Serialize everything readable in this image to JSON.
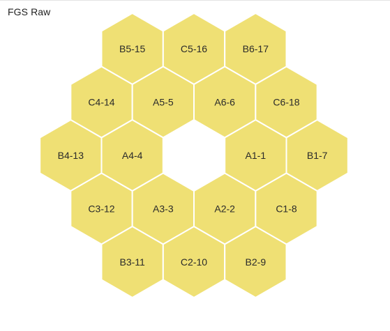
{
  "panel": {
    "title": "FGS Raw"
  },
  "colors": {
    "segment_fill": "#efe074",
    "segment_border": "#ffffff",
    "background": "#ffffff"
  },
  "segments": [
    {
      "id": "B5-15",
      "label": "B5-15"
    },
    {
      "id": "C5-16",
      "label": "C5-16"
    },
    {
      "id": "B6-17",
      "label": "B6-17"
    },
    {
      "id": "C4-14",
      "label": "C4-14"
    },
    {
      "id": "A5-5",
      "label": "A5-5"
    },
    {
      "id": "A6-6",
      "label": "A6-6"
    },
    {
      "id": "C6-18",
      "label": "C6-18"
    },
    {
      "id": "B4-13",
      "label": "B4-13"
    },
    {
      "id": "A4-4",
      "label": "A4-4"
    },
    {
      "id": "A1-1",
      "label": "A1-1"
    },
    {
      "id": "B1-7",
      "label": "B1-7"
    },
    {
      "id": "C3-12",
      "label": "C3-12"
    },
    {
      "id": "A3-3",
      "label": "A3-3"
    },
    {
      "id": "A2-2",
      "label": "A2-2"
    },
    {
      "id": "C1-8",
      "label": "C1-8"
    },
    {
      "id": "B3-11",
      "label": "B3-11"
    },
    {
      "id": "C2-10",
      "label": "C2-10"
    },
    {
      "id": "B2-9",
      "label": "B2-9"
    }
  ]
}
